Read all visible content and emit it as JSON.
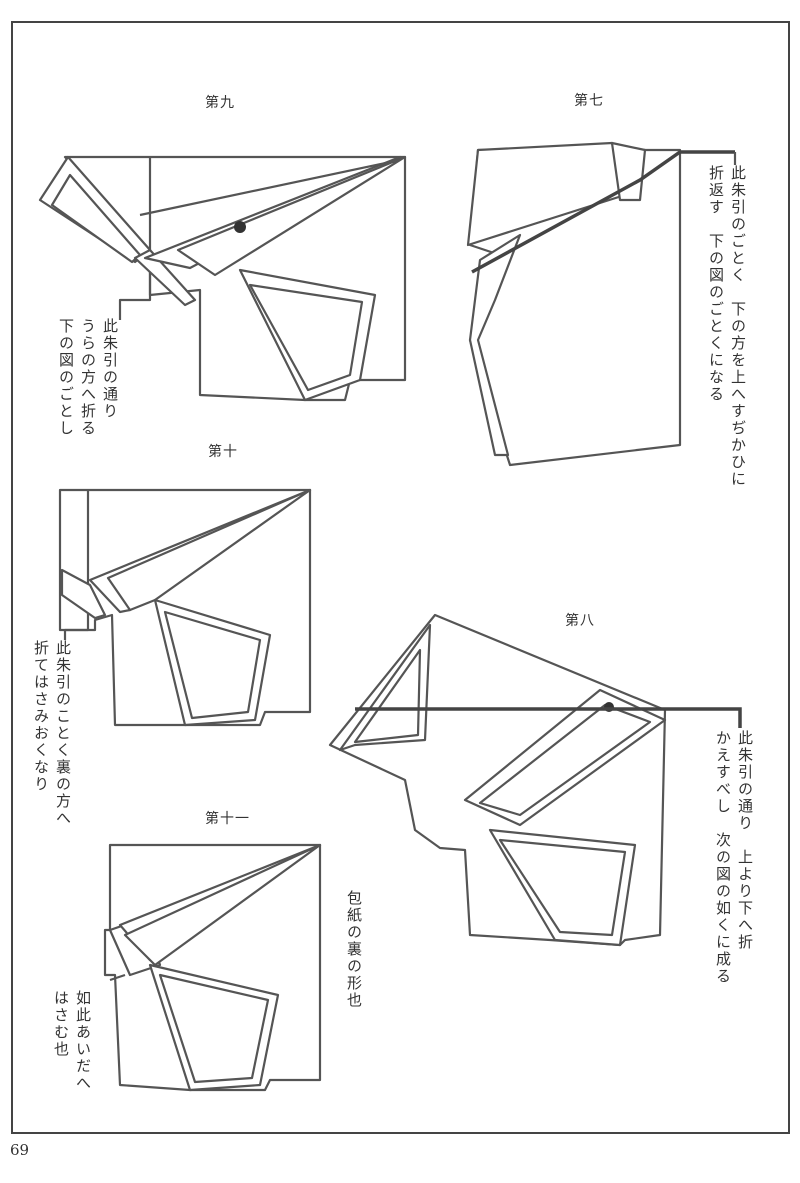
{
  "page_number": "69",
  "figures": [
    {
      "id": "fig9",
      "title": "第九",
      "caption": [
        "此朱引の通り",
        "うらの方へ折る",
        "下の図のごとし"
      ]
    },
    {
      "id": "fig7",
      "title": "第七",
      "caption": [
        "此朱引のごとく　下の方を上へすぢかひに",
        "折返す　下の図のごとくになる"
      ]
    },
    {
      "id": "fig10",
      "title": "第十",
      "caption": [
        "此朱引のことく裏の方へ",
        "折てはさみおくなり"
      ]
    },
    {
      "id": "fig8",
      "title": "第八",
      "caption": [
        "此朱引の通り　上より下へ折",
        "かえすべし　次の図の如くに成る"
      ]
    },
    {
      "id": "fig11",
      "title": "第十一",
      "caption": [
        "包紙の裏の形也"
      ],
      "caption2": [
        "如此あいだへ",
        "はさむ也"
      ]
    }
  ]
}
